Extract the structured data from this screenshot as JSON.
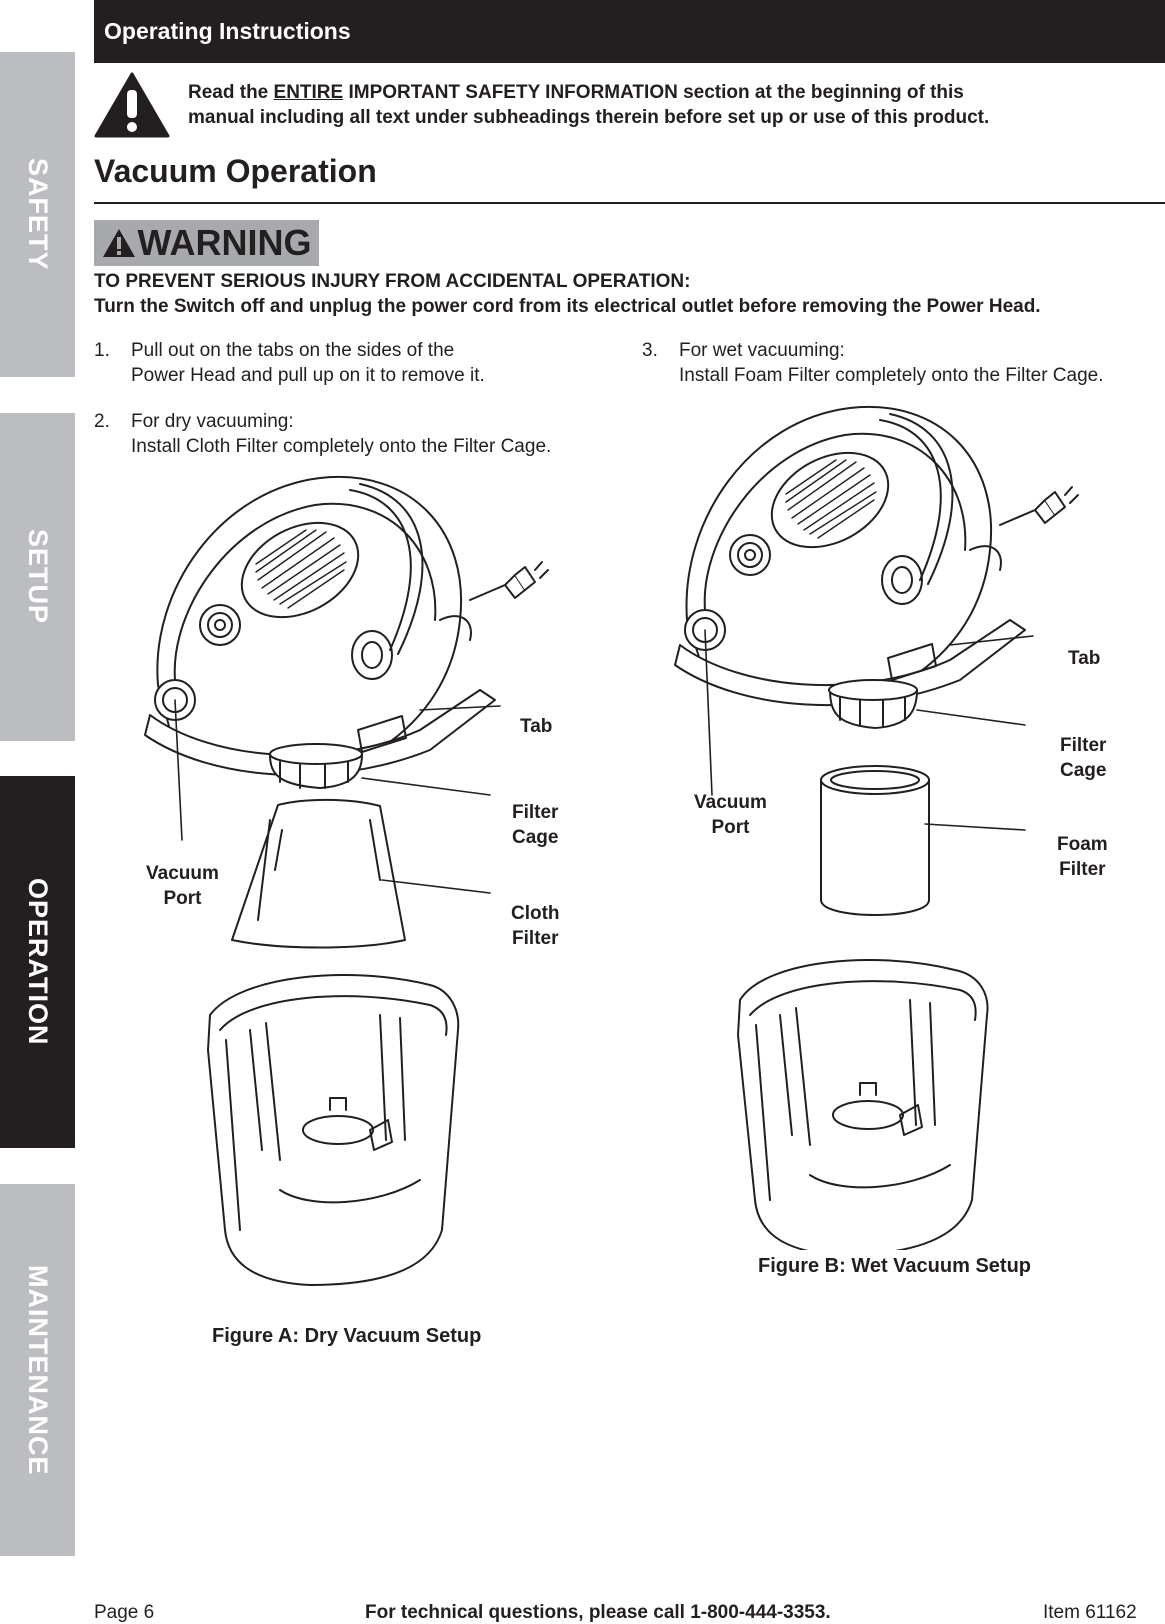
{
  "side_tabs": [
    "SAFETY",
    "SETUP",
    "OPERATION",
    "MAINTENANCE"
  ],
  "active_tab": "OPERATION",
  "header": {
    "title": "Operating Instructions"
  },
  "safety_note": {
    "prefix": "Read the ",
    "emphasis": "ENTIRE",
    "line1_rest": " IMPORTANT SAFETY INFORMATION section at the beginning of this",
    "line2": "manual including all text under subheadings therein before set up or use of this product."
  },
  "section_title": "Vacuum Operation",
  "warning": {
    "badge": "WARNING",
    "line1": "TO PREVENT SERIOUS INJURY FROM ACCIDENTAL OPERATION:",
    "line2": "Turn the Switch off and unplug the power cord from its electrical outlet before removing the Power Head."
  },
  "steps": [
    {
      "num": "1.",
      "lines": [
        "Pull out on the tabs on the sides of the",
        "Power Head and pull up on it to remove it."
      ]
    },
    {
      "num": "2.",
      "lines": [
        "For dry vacuuming:",
        "Install Cloth Filter completely onto the Filter Cage."
      ]
    },
    {
      "num": "3.",
      "lines": [
        "For wet vacuuming:",
        "Install Foam Filter completely onto the Filter Cage."
      ]
    }
  ],
  "figure_a": {
    "caption": "Figure A:  Dry Vacuum Setup",
    "labels": {
      "tab": "Tab",
      "filter_cage": [
        "Filter",
        "Cage"
      ],
      "cloth_filter": [
        "Cloth",
        "Filter"
      ],
      "vacuum_port": [
        "Vacuum",
        "Port"
      ]
    }
  },
  "figure_b": {
    "caption": "Figure B:  Wet Vacuum Setup",
    "labels": {
      "tab": "Tab",
      "filter_cage": [
        "Filter",
        "Cage"
      ],
      "foam_filter": [
        "Foam",
        "Filter"
      ],
      "vacuum_port": [
        "Vacuum",
        "Port"
      ]
    }
  },
  "footer": {
    "page": "Page 6",
    "support": "For technical questions, please call 1-800-444-3353.",
    "item": "Item 61162"
  }
}
